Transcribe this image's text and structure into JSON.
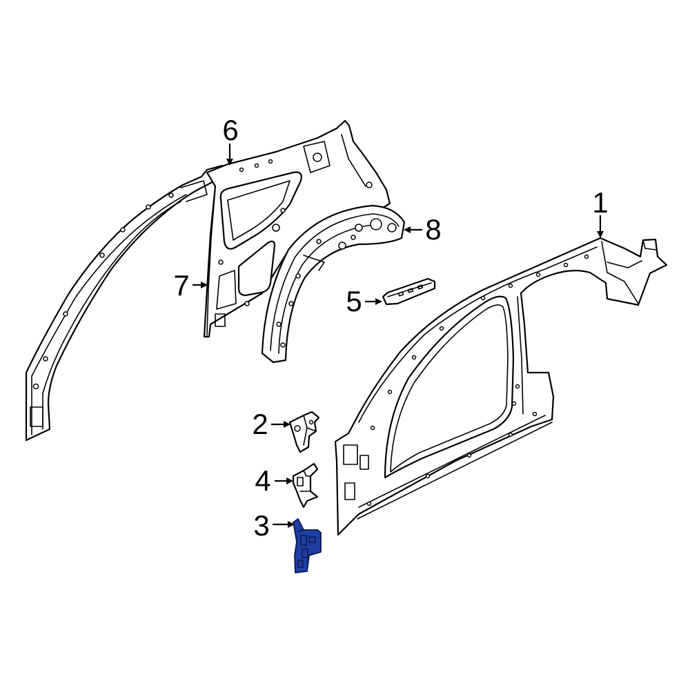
{
  "diagram": {
    "callouts": [
      {
        "label": "1"
      },
      {
        "label": "2"
      },
      {
        "label": "3"
      },
      {
        "label": "4"
      },
      {
        "label": "5"
      },
      {
        "label": "6"
      },
      {
        "label": "7"
      },
      {
        "label": "8"
      }
    ],
    "highlight_color": "#1e3ea3",
    "highlight_stroke": "#0b1847"
  }
}
